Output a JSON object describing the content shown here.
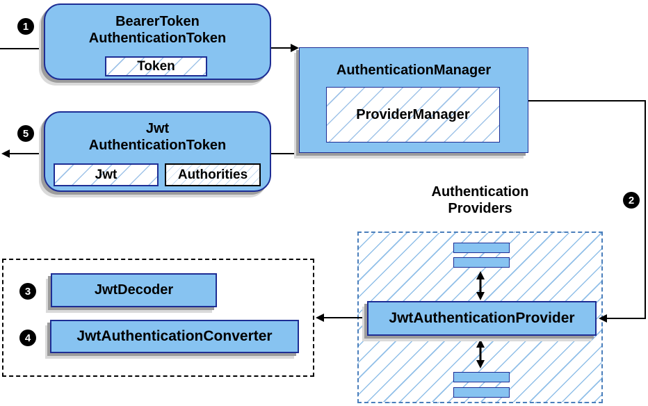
{
  "labels": {
    "bearer_line1": "BearerToken",
    "bearer_line2": "AuthenticationToken",
    "token": "Token",
    "auth_manager": "AuthenticationManager",
    "provider_manager": "ProviderManager",
    "jwt_line1": "Jwt",
    "jwt_line2": "AuthenticationToken",
    "jwt": "Jwt",
    "authorities": "Authorities",
    "providers_line1": "Authentication",
    "providers_line2": "Providers",
    "jwt_auth_provider": "JwtAuthenticationProvider",
    "jwt_decoder": "JwtDecoder",
    "jwt_auth_converter": "JwtAuthenticationConverter"
  },
  "badges": {
    "step1": "1",
    "step2": "2",
    "step3": "3",
    "step4": "4",
    "step5": "5"
  },
  "colors": {
    "box_fill": "#87c3f1",
    "box_border": "#1d2d94",
    "hatch_line": "#9fc3e8",
    "providers_dashed_border": "#4a7ebb",
    "left_dashed_border": "#000000",
    "arrow": "#000000",
    "shadow": "#9c9c9c"
  }
}
